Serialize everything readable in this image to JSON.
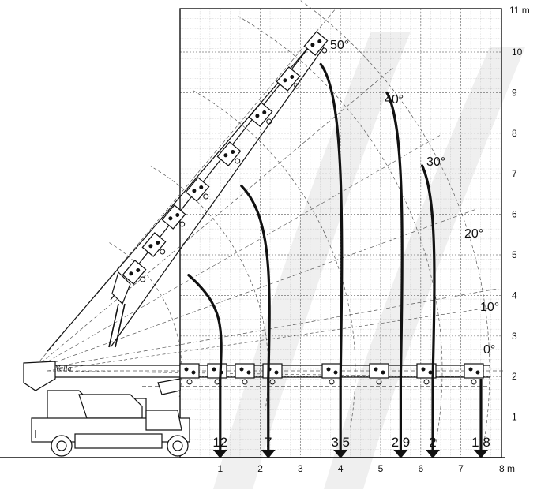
{
  "axes": {
    "x_ticks": [
      "1",
      "2",
      "3",
      "4",
      "5",
      "6",
      "7"
    ],
    "x_unit": "8 m",
    "y_ticks": [
      "1",
      "2",
      "3",
      "4",
      "5",
      "6",
      "7",
      "8",
      "9",
      "10"
    ],
    "y_unit": "11 m"
  },
  "angles": [
    {
      "label": "0°",
      "deg": 0
    },
    {
      "label": "10°",
      "deg": 10
    },
    {
      "label": "20°",
      "deg": 20
    },
    {
      "label": "30°",
      "deg": 30
    },
    {
      "label": "40°",
      "deg": 40
    },
    {
      "label": "50°",
      "deg": 50
    }
  ],
  "load_points": [
    {
      "label": "12",
      "x": 1.0,
      "top_y": 4.5
    },
    {
      "label": "7",
      "x": 2.2,
      "top_y": 6.7
    },
    {
      "label": "3,5",
      "x": 4.0,
      "top_y": 9.7
    },
    {
      "label": "2,9",
      "x": 5.5,
      "top_y": 9.0
    },
    {
      "label": "2",
      "x": 6.3,
      "top_y": 7.2
    },
    {
      "label": "1,8",
      "x": 7.5,
      "top_y": 2.0
    }
  ],
  "machine": {
    "logo_text": "Valla"
  }
}
